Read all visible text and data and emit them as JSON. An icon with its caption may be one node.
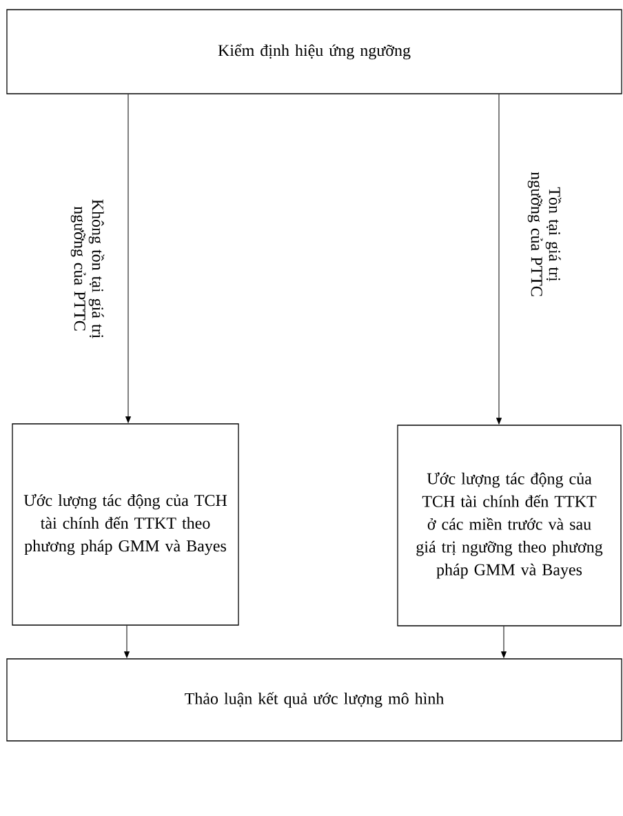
{
  "diagram": {
    "nodes": [
      {
        "text": [
          "Kiểm định hiệu ứng ngưỡng"
        ]
      },
      {
        "text": [
          "Ước lượng tác động của TCH tài chính đến TTKT theo phương pháp GMM và Bayes"
        ]
      },
      {
        "text": [
          "Ước lượng tác động của TCH tài chính đến TTKT ở các miền trước và sau giá trị ngưỡng theo phương pháp GMM và Bayes"
        ]
      },
      {
        "text": [
          "Thảo luận kết quả ước lượng mô hình"
        ]
      }
    ],
    "edges": [
      {
        "from": 0,
        "to": 1,
        "arrow": "to",
        "label": "Không tồn tại giá trị ngưỡng của PTTC"
      },
      {
        "from": 0,
        "to": 2,
        "arrow": "to",
        "label": "Tồn tại giá trị ngưỡng của PTTC"
      },
      {
        "from": 1,
        "to": 3,
        "arrow": "to"
      },
      {
        "from": 2,
        "to": 3,
        "arrow": "to"
      }
    ]
  }
}
